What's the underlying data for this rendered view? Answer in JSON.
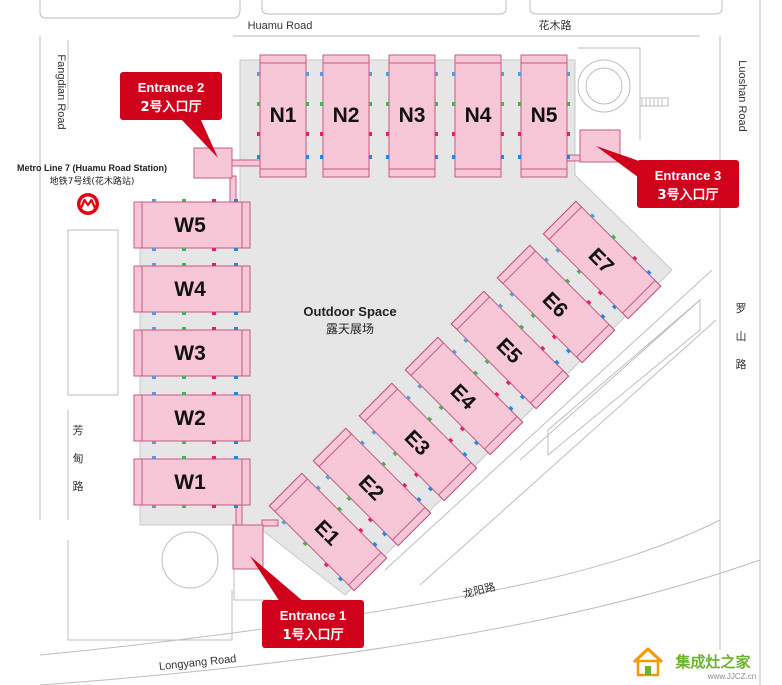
{
  "roads": {
    "huamu_en": "Huamu Road",
    "huamu_cn": "花木路",
    "fangdian_en": "Fangdian Road",
    "fangdian_cn": [
      "芳",
      "甸",
      "路"
    ],
    "luoshan_en": "Luoshan Road",
    "luoshan_cn": [
      "罗",
      "山",
      "路"
    ],
    "longyang_en": "Longyang Road",
    "longyang_cn": "龙阳路"
  },
  "metro": {
    "label_en": "Metro Line 7 (Huamu Road Station)",
    "label_cn": "地铁7号线(花木路站)",
    "color": "#e60012"
  },
  "outdoor": {
    "label_en": "Outdoor Space",
    "label_cn": "露天展场"
  },
  "halls": {
    "north": [
      "N1",
      "N2",
      "N3",
      "N4",
      "N5"
    ],
    "west": [
      "W5",
      "W4",
      "W3",
      "W2",
      "W1"
    ],
    "east": [
      "E1",
      "E2",
      "E3",
      "E4",
      "E5",
      "E6",
      "E7"
    ]
  },
  "entrances": [
    {
      "en": "Entrance 1",
      "cn": "1号入口厅"
    },
    {
      "en": "Entrance 2",
      "cn": "2号入口厅"
    },
    {
      "en": "Entrance 3",
      "cn": "3号入口厅"
    }
  ],
  "watermark": {
    "name": "集成灶之家",
    "url": "www.JJCZ.cn"
  },
  "colors": {
    "hall_fill": "#f7c6d7",
    "hall_stroke": "#c45b82",
    "entrance_badge": "#d0021b",
    "outdoor_fill": "#e6e6e6",
    "road_line": "#bdbdbd"
  }
}
